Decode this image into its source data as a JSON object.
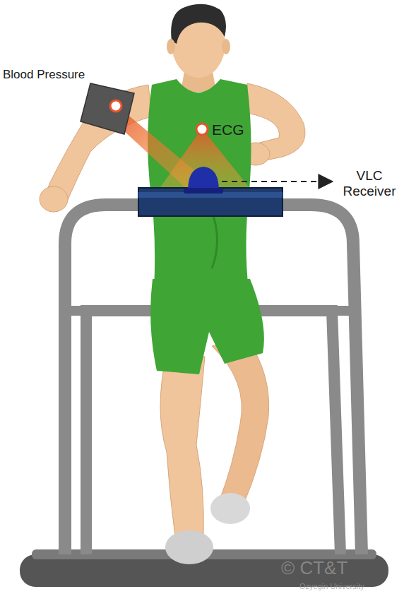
{
  "diagram": {
    "labels": [
      "Blood Pressure",
      "ECG",
      "VLC Receiver",
      "© CT&T",
      "Ozyegin University"
    ]
  }
}
